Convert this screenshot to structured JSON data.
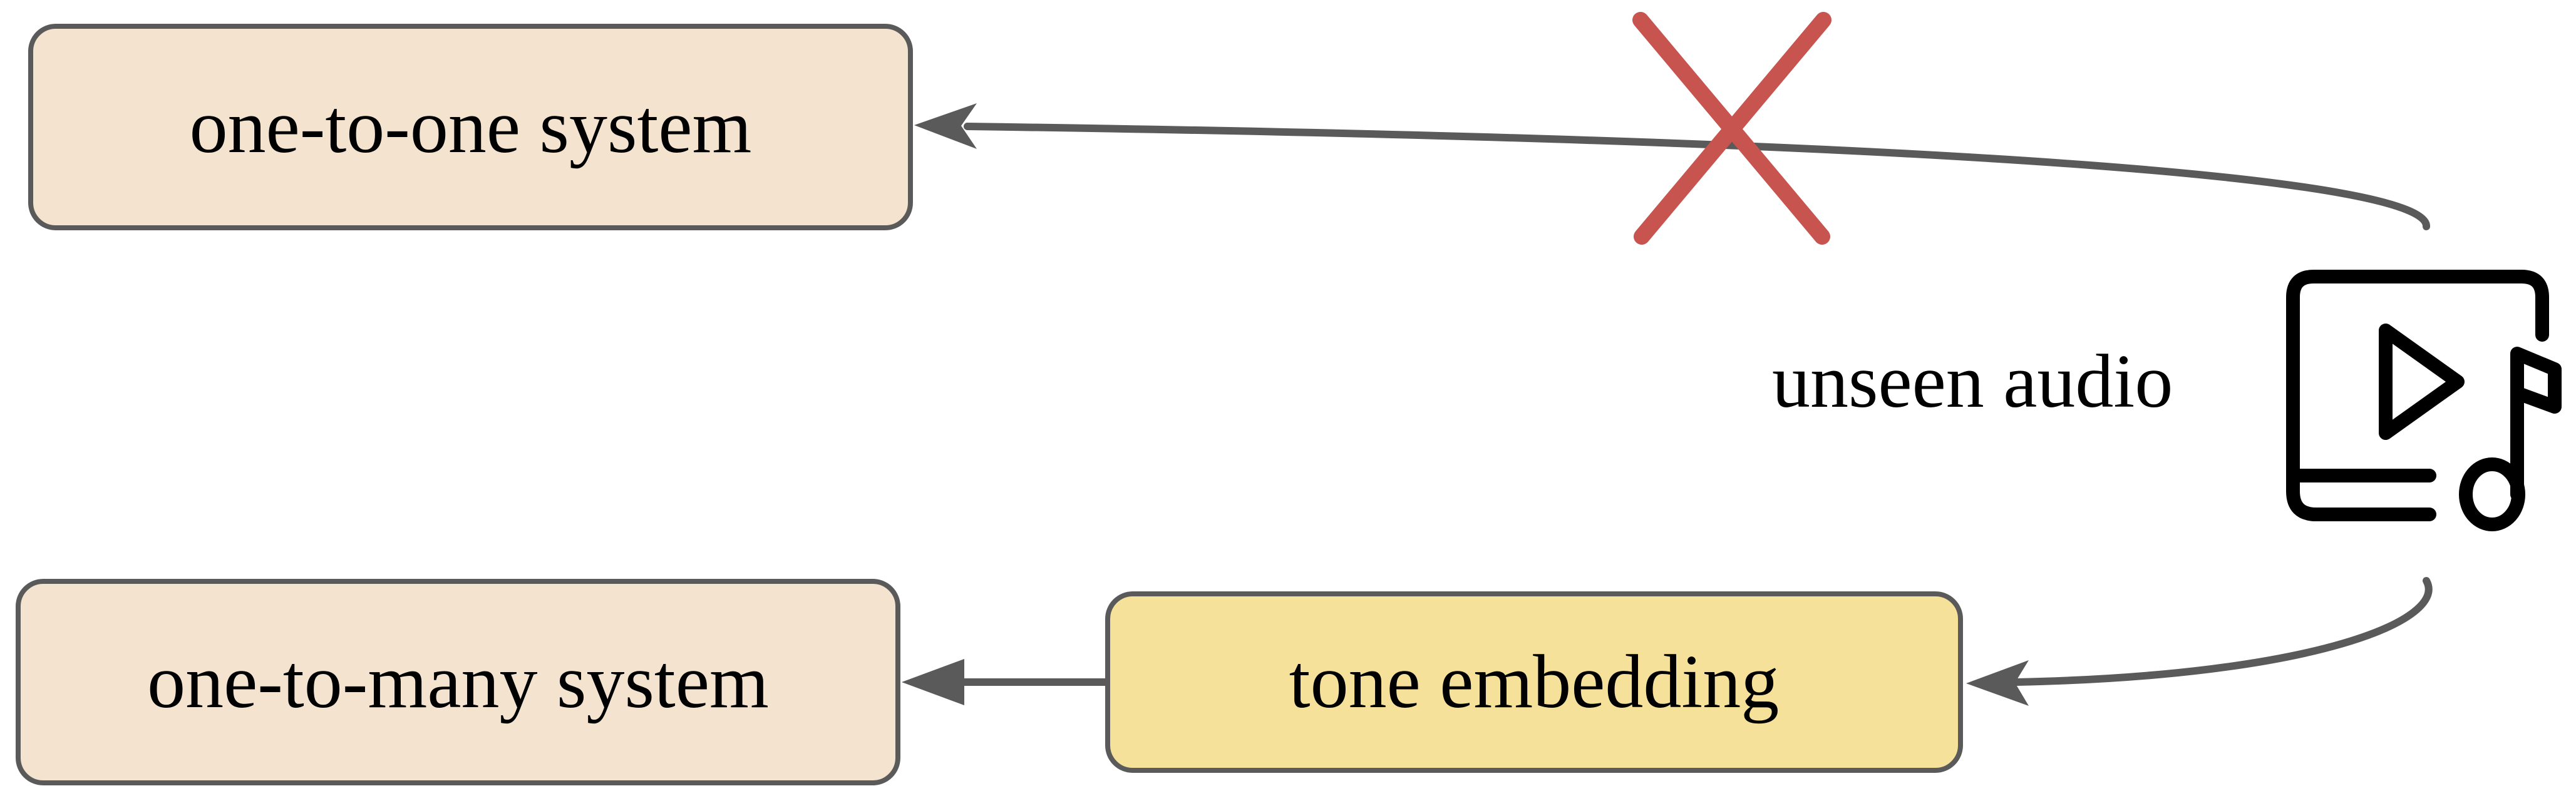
{
  "diagram": {
    "nodes": {
      "one_to_one": "one-to-one system",
      "one_to_many": "one-to-many system",
      "tone_embedding": "tone embedding"
    },
    "source_label": "unseen audio",
    "icons": {
      "source": "audio-file-icon",
      "blocked_marker": "x-mark-icon"
    },
    "edges": [
      {
        "from": "unseen audio",
        "to": "one-to-one system",
        "blocked": true
      },
      {
        "from": "unseen audio",
        "to": "tone embedding",
        "blocked": false
      },
      {
        "from": "tone embedding",
        "to": "one-to-many system",
        "blocked": false
      }
    ],
    "colors": {
      "system_fill": "#f3e3cf",
      "embedding_fill": "#f6e19a",
      "stroke": "#5a5a5a",
      "blocked_marker": "#c85450",
      "icon": "#000000"
    }
  }
}
